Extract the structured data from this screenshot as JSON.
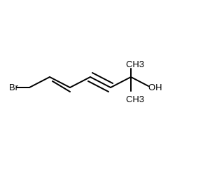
{
  "molecule": {
    "atoms": {
      "br": {
        "text": "Br",
        "color": "#A0348A"
      },
      "oh": {
        "text": "OH",
        "color": "#E8302A"
      },
      "ch3_top": {
        "text": "CH3",
        "color": "#000000"
      },
      "ch3_bottom": {
        "text": "CH3",
        "color": "#000000"
      }
    },
    "bond_color": "#000000",
    "background": "#ffffff"
  }
}
